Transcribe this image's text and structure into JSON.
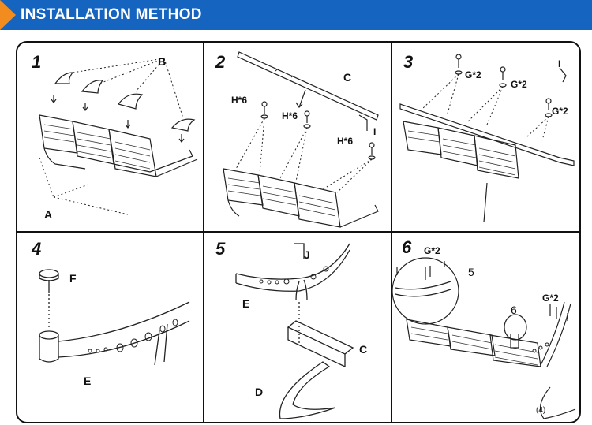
{
  "header": {
    "title": "INSTALLATION METHOD",
    "accent_color": "#f28c1e",
    "bar_color": "#1565c0"
  },
  "steps": [
    {
      "number": "1",
      "labels": {
        "a": "A",
        "b": "B"
      }
    },
    {
      "number": "2",
      "labels": {
        "c": "C",
        "h1": "H*6",
        "h2": "H*6",
        "h3": "H*6",
        "i": "I"
      }
    },
    {
      "number": "3",
      "labels": {
        "g1": "G*2",
        "g2": "G*2",
        "g3": "G*2",
        "i": "I"
      }
    },
    {
      "number": "4",
      "labels": {
        "f": "F",
        "e": "E"
      }
    },
    {
      "number": "5",
      "labels": {
        "j": "J",
        "e": "E",
        "c": "C",
        "d": "D"
      }
    },
    {
      "number": "6",
      "labels": {
        "g1": "G*2",
        "g2": "G*2",
        "ref5": "5",
        "ref6": "6",
        "note": "(4)"
      }
    }
  ]
}
